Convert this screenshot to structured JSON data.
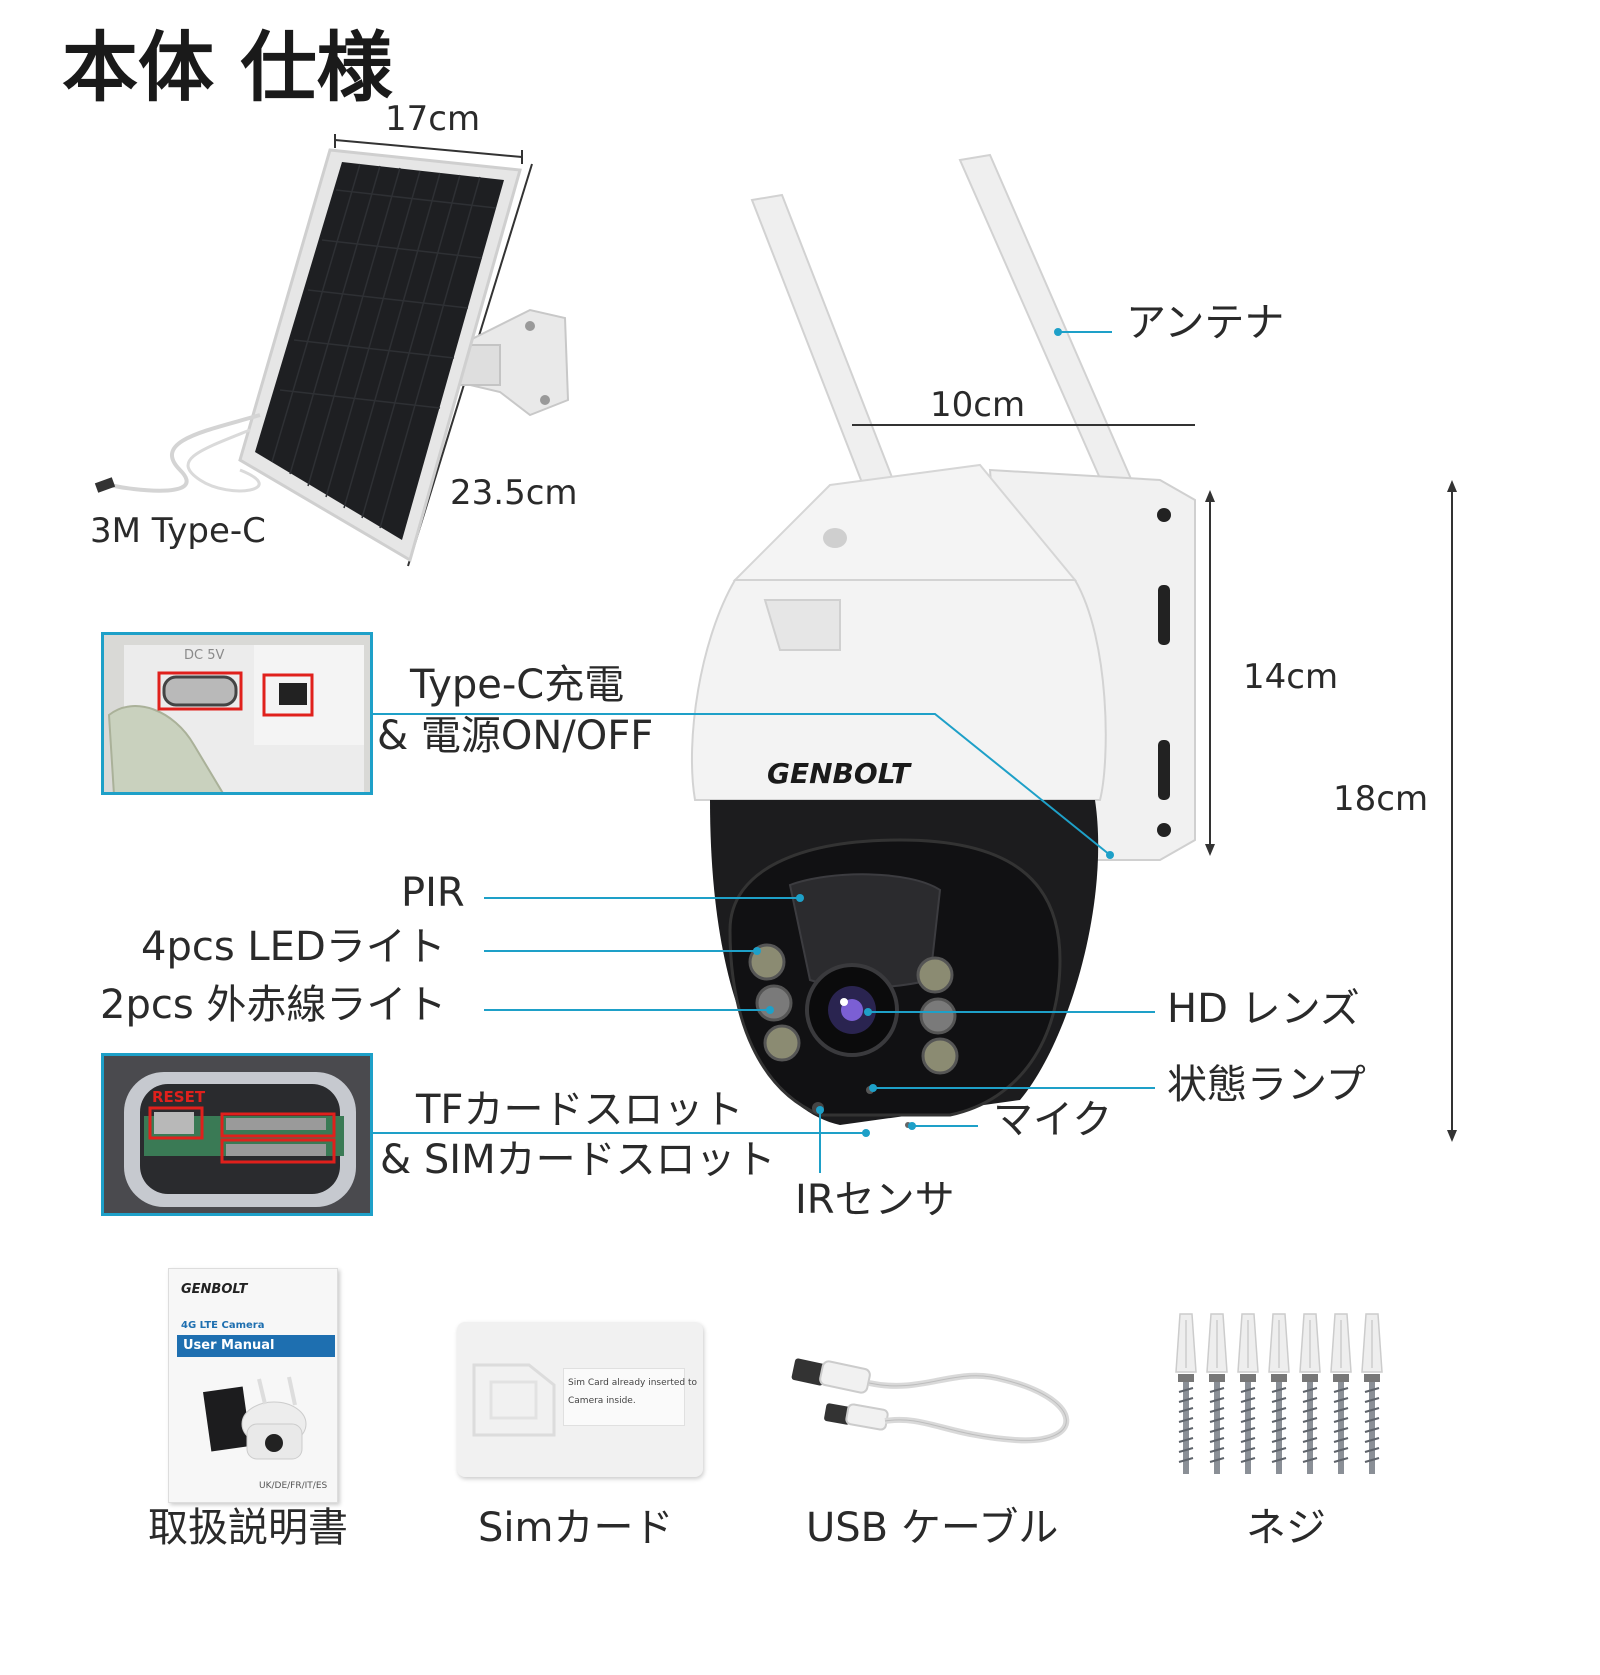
{
  "page_title": "本体 仕様",
  "solar_panel": {
    "width_label": "17cm",
    "height_label": "23.5cm",
    "cable_label": "3M Type-C"
  },
  "camera": {
    "brand": "GENBOLT",
    "width_label": "10cm",
    "body_height_label": "14cm",
    "total_height_label": "18cm"
  },
  "callouts": {
    "antenna": "アンテナ",
    "typec_line1": "Type-C充電",
    "typec_line2": "& 電源ON/OFF",
    "pir": "PIR",
    "led": "4pcs LEDライト",
    "ir_light": "2pcs 外赤線ライト",
    "hd_lens": "HD レンズ",
    "status_lamp": "状態ランプ",
    "mic": "マイク",
    "tf_line1": "TFカードスロット",
    "tf_line2": "& SIMカードスロット",
    "ir_sensor": "IRセンサ"
  },
  "insets": {
    "port_text": "DC 5V",
    "reset_text": "RESET"
  },
  "manual_cover": {
    "brand": "GENBOLT",
    "product": "4G LTE Camera",
    "title": "User Manual",
    "footer": "UK/DE/FR/IT/ES"
  },
  "sim_card": {
    "note_line1": "Sim Card already inserted to",
    "note_line2": "Camera inside."
  },
  "accessories": [
    "取扱説明書",
    "Simカード",
    "USB ケーブル",
    "ネジ"
  ],
  "colors": {
    "accent_line": "#1ea0c8",
    "highlight_box": "#e0201c",
    "camera_black": "#1c1c1e",
    "camera_white": "#f2f2f2"
  }
}
